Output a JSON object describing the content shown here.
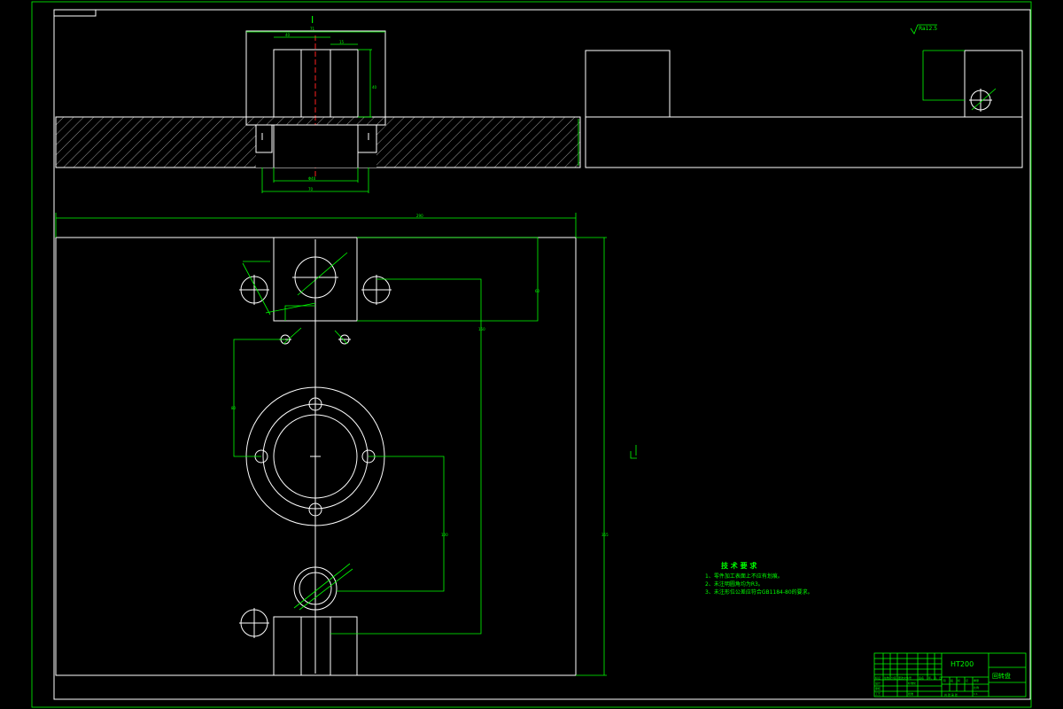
{
  "drawing": {
    "section_mark": "Ⅰ",
    "surface_finish": "Ra12.5",
    "material": "HT200",
    "part_name": "回转盘",
    "dims": {
      "top_width": "71",
      "top_inner": "40",
      "top_right": "15",
      "top_height": "40",
      "bore": "Φ40",
      "bottom_width": "70",
      "overall_width": "290",
      "plate_height": "355",
      "upper_vertical": "60",
      "hole_vertical": "150",
      "left_vertical": "80",
      "lower_vertical": "100"
    },
    "tech_requirements": {
      "title": "技 术 要 求",
      "items": [
        "1、零件加工表面上不应有划痕。",
        "2、未注明圆角均为R3。",
        "3、未注形位公差应符合GB1184-80的要求。"
      ]
    },
    "title_block": {
      "row_labels": [
        "标记",
        "处数",
        "分区",
        "更改文件号",
        "签名",
        "年、月、日"
      ],
      "designer": "设计",
      "checker": "审核",
      "process": "工艺",
      "standard": "标准化",
      "approve": "批准",
      "stage_labels": [
        "阶",
        "段",
        "标",
        "记",
        "重量",
        "比例"
      ],
      "scale": "1:1",
      "sheet": "共 张 第 张"
    }
  }
}
